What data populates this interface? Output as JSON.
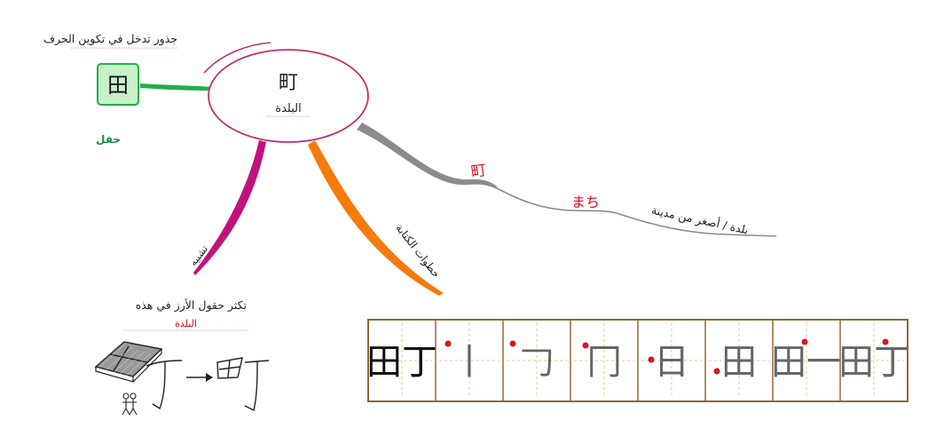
{
  "center": {
    "kanji": "町",
    "meaning": "البلدة"
  },
  "root": {
    "label": "جذور تدخل في تكوين الحرف",
    "kanji": "田",
    "name": "حقل"
  },
  "branches": {
    "similarity": "تشبيه",
    "stroke_order": "خطوات الكتابة",
    "reading_kanji": "町",
    "reading_kana": "まち",
    "reading_meaning": "بلدة / أصغر من مدينة"
  },
  "note": {
    "line1": "تكثر حقول الأرز في هذه",
    "line2": "البلدة"
  },
  "pictograph": {
    "result_kanji": "田丁"
  },
  "stroke_steps": [
    {
      "glyph": "田丁"
    },
    {
      "glyph": "丨"
    },
    {
      "glyph": "𠃌"
    },
    {
      "glyph": "冂"
    },
    {
      "glyph": "日"
    },
    {
      "glyph": "田"
    },
    {
      "glyph": "田一"
    },
    {
      "glyph": "田丁"
    }
  ],
  "colors": {
    "green": "#1fae4a",
    "magenta": "#c0127e",
    "orange": "#f47b0c",
    "gray": "#8c8c8c",
    "red": "#e01020",
    "ellipse": "#c0306a",
    "grid_border": "#8a6a3a",
    "grid_guide": "#f0c68a"
  }
}
